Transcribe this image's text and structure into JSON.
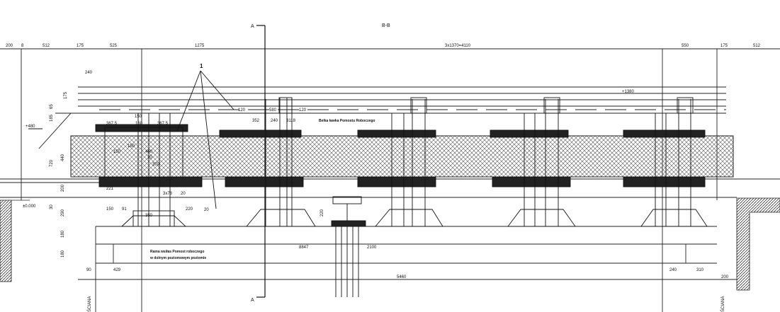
{
  "title": "B-B",
  "section_marks": [
    "A",
    "A"
  ],
  "top_dimensions": [
    "200",
    "8",
    "512",
    "175",
    "525",
    "1275",
    "3x1370=4110",
    "550",
    "175",
    "512"
  ],
  "left_dimensions": [
    "175",
    "185",
    "65",
    "440",
    "720",
    "200",
    "30",
    "290",
    "180",
    "180"
  ],
  "bottom_dimensions": [
    "90",
    "429",
    "5460",
    "240",
    "310",
    "200"
  ],
  "detail_dimensions": {
    "w240": "240",
    "w150a": "150",
    "w367a": "367.5",
    "w160": "160",
    "w367b": "367.5",
    "w120a": "120",
    "w580": "580",
    "w120b": "120",
    "w352": "352",
    "w240b": "240",
    "w3118": "3118",
    "w150b": "150",
    "w150c": "150",
    "w460": "460",
    "w20a": "20",
    "w370": "370",
    "w20b": "20",
    "w150d": "150",
    "w91": "91",
    "w350": "350",
    "w220": "220",
    "w20c": "20",
    "w3x78": "3x78",
    "w221": "221",
    "w8847": "8847",
    "w2100": "2100",
    "w220b": "220",
    "w1": "1"
  },
  "levels": {
    "top": "+1380",
    "upper": "+480",
    "lower": "±0.000"
  },
  "notes": {
    "slab": "Belka ławka Pomostu Roboczego",
    "foundation_line1": "Rama wsiłas Pomost roboczego",
    "foundation_line2": "w dolnym poziomowym poziomie"
  },
  "side_labels": {
    "left": "ŚCIANA",
    "right": "ŚCIANA"
  }
}
